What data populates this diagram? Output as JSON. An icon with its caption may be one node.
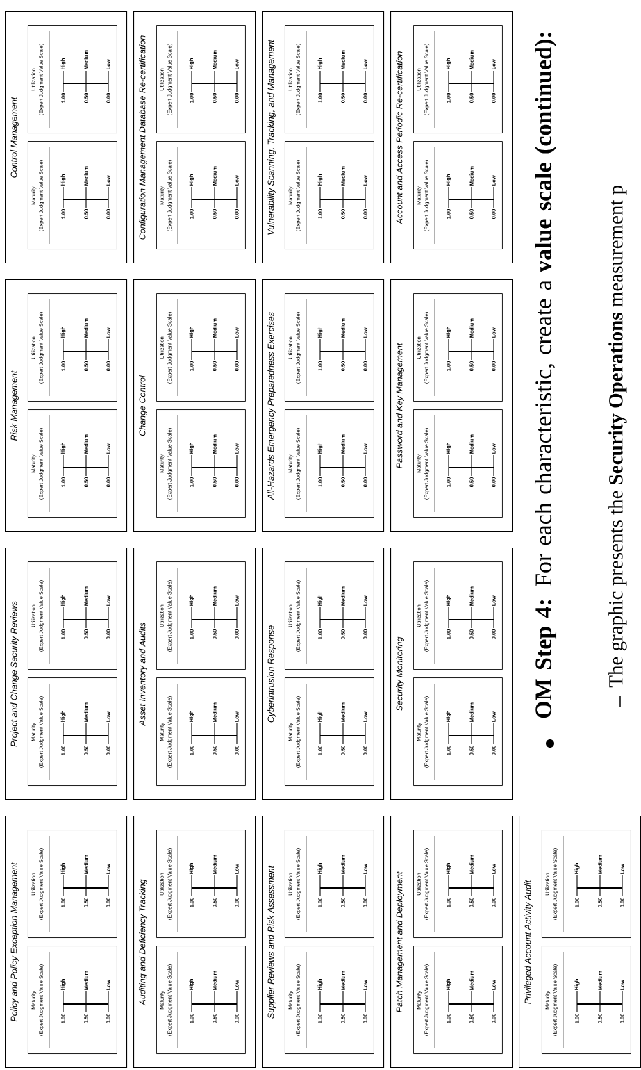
{
  "diagram": {
    "nodes": [
      {
        "text": [
          "Policy and Policy Exception Management"
        ]
      },
      {
        "text": [
          "Maturity",
          "(Expert Judgment Value Scale)",
          "1.00",
          "High",
          "0.50",
          "Medium",
          "0.00",
          "Low"
        ],
        "in": 0
      },
      {
        "text": [
          "Utilization",
          "(Expert Judgment Value Scale)",
          "1.00",
          "High",
          "0.50",
          "Medium",
          "0.00",
          "Low"
        ],
        "in": 0
      },
      {
        "text": [
          "Project and Change Security Reviews"
        ]
      },
      {
        "text": [
          "Maturity",
          "(Expert Judgment Value Scale)",
          "1.00",
          "High",
          "0.50",
          "Medium",
          "0.00",
          "Low"
        ],
        "in": 3
      },
      {
        "text": [
          "Utilization",
          "(Expert Judgment Value Scale)",
          "1.00",
          "High",
          "0.50",
          "Medium",
          "0.00",
          "Low"
        ],
        "in": 3
      },
      {
        "text": [
          "Risk Management"
        ]
      },
      {
        "text": [
          "Maturity",
          "(Expert Judgment Value Scale)",
          "1.00",
          "High",
          "0.50",
          "Medium",
          "0.00",
          "Low"
        ],
        "in": 6
      },
      {
        "text": [
          "Utilization",
          "(Expert Judgment Value Scale)",
          "1.00",
          "High",
          "0.50",
          "Medium",
          "0.00",
          "Low"
        ],
        "in": 6
      },
      {
        "text": [
          "Control Management"
        ]
      },
      {
        "text": [
          "Maturity",
          "(Expert Judgment Value Scale)",
          "1.00",
          "High",
          "0.50",
          "Medium",
          "0.00",
          "Low"
        ],
        "in": 9
      },
      {
        "text": [
          "Utilization",
          "(Expert Judgment Value Scale)",
          "1.00",
          "High",
          "0.50",
          "Medium",
          "0.00",
          "Low"
        ],
        "in": 9
      },
      {
        "text": [
          "Auditing and Deficiency Tracking"
        ]
      },
      {
        "text": [
          "Maturity",
          "(Expert Judgment Value Scale)",
          "1.00",
          "High",
          "0.50",
          "Medium",
          "0.00",
          "Low"
        ],
        "in": 12
      },
      {
        "text": [
          "Utilization",
          "(Expert Judgment Value Scale)",
          "1.00",
          "High",
          "0.50",
          "Medium",
          "0.00",
          "Low"
        ],
        "in": 12
      },
      {
        "text": [
          "Asset Inventory and Audits"
        ]
      },
      {
        "text": [
          "Maturity",
          "(Expert Judgment Value Scale)",
          "1.00",
          "High",
          "0.50",
          "Medium",
          "0.00",
          "Low"
        ],
        "in": 15
      },
      {
        "text": [
          "Utilization",
          "(Expert Judgment Value Scale)",
          "1.00",
          "High",
          "0.50",
          "Medium",
          "0.00",
          "Low"
        ],
        "in": 15
      },
      {
        "text": [
          "Change Control"
        ]
      },
      {
        "text": [
          "Maturity",
          "(Expert Judgment Value Scale)",
          "1.00",
          "High",
          "0.50",
          "Medium",
          "0.00",
          "Low"
        ],
        "in": 18
      },
      {
        "text": [
          "Utilization",
          "(Expert Judgment Value Scale)",
          "1.00",
          "High",
          "0.50",
          "Medium",
          "0.00",
          "Low"
        ],
        "in": 18
      },
      {
        "text": [
          "Configuration Management Database Re-certification"
        ]
      },
      {
        "text": [
          "Maturity",
          "(Expert Judgment Value Scale)",
          "1.00",
          "High",
          "0.50",
          "Medium",
          "0.00",
          "Low"
        ],
        "in": 21
      },
      {
        "text": [
          "Utilization",
          "(Expert Judgment Value Scale)",
          "1.00",
          "High",
          "0.50",
          "Medium",
          "0.00",
          "Low"
        ],
        "in": 21
      },
      {
        "text": [
          "Supplier Reviews and Risk Assessment"
        ]
      },
      {
        "text": [
          "Maturity",
          "(Expert Judgment Value Scale)",
          "1.00",
          "High",
          "0.50",
          "Medium",
          "0.00",
          "Low"
        ],
        "in": 24
      },
      {
        "text": [
          "Utilization",
          "(Expert Judgment Value Scale)",
          "1.00",
          "High",
          "0.50",
          "Medium",
          "0.00",
          "Low"
        ],
        "in": 24
      },
      {
        "text": [
          "Cyberintrusion Response"
        ]
      },
      {
        "text": [
          "Maturity",
          "(Expert Judgment Value Scale)",
          "1.00",
          "High",
          "0.50",
          "Medium",
          "0.00",
          "Low"
        ],
        "in": 27
      },
      {
        "text": [
          "Utilization",
          "(Expert Judgment Value Scale)",
          "1.00",
          "High",
          "0.50",
          "Medium",
          "0.00",
          "Low"
        ],
        "in": 27
      },
      {
        "text": [
          "All-Hazards Emergency Preparedness Exercises"
        ]
      },
      {
        "text": [
          "Maturity",
          "(Expert Judgment Value Scale)",
          "1.00",
          "High",
          "0.50",
          "Medium",
          "0.00",
          "Low"
        ],
        "in": 30
      },
      {
        "text": [
          "Utilization",
          "(Expert Judgment Value Scale)",
          "1.00",
          "High",
          "0.50",
          "Medium",
          "0.00",
          "Low"
        ],
        "in": 30
      },
      {
        "text": [
          "Vulnerability Scanning, Tracking, and Management"
        ]
      },
      {
        "text": [
          "Maturity",
          "(Expert Judgment Value Scale)",
          "1.00",
          "High",
          "0.50",
          "Medium",
          "0.00",
          "Low"
        ],
        "in": 33
      },
      {
        "text": [
          "Utilization",
          "(Expert Judgment Value Scale)",
          "1.00",
          "High",
          "0.50",
          "Medium",
          "0.00",
          "Low"
        ],
        "in": 33
      },
      {
        "text": [
          "Patch Management and Deployment"
        ]
      },
      {
        "text": [
          "Maturity",
          "(Expert Judgment Value Scale)",
          "1.00",
          "High",
          "0.50",
          "Medium",
          "0.00",
          "Low"
        ],
        "in": 36
      },
      {
        "text": [
          "Utilization",
          "(Expert Judgment Value Scale)",
          "1.00",
          "High",
          "0.50",
          "Medium",
          "0.00",
          "Low"
        ],
        "in": 36
      },
      {
        "text": [
          "Security Monitoring"
        ]
      },
      {
        "text": [
          "Maturity",
          "(Expert Judgment Value Scale)",
          "1.00",
          "High",
          "0.50",
          "Medium",
          "0.00",
          "Low"
        ],
        "in": 39
      },
      {
        "text": [
          "Utilization",
          "(Expert Judgment Value Scale)",
          "1.00",
          "High",
          "0.50",
          "Medium",
          "0.00",
          "Low"
        ],
        "in": 39
      },
      {
        "text": [
          "Password and Key Management"
        ]
      },
      {
        "text": [
          "Maturity",
          "(Expert Judgment Value Scale)",
          "1.00",
          "High",
          "0.50",
          "Medium",
          "0.00",
          "Low"
        ],
        "in": 42
      },
      {
        "text": [
          "Utilization",
          "(Expert Judgment Value Scale)",
          "1.00",
          "High",
          "0.50",
          "Medium",
          "0.00",
          "Low"
        ],
        "in": 42
      },
      {
        "text": [
          "Account and Access Periodic Re-certification"
        ]
      },
      {
        "text": [
          "Maturity",
          "(Expert Judgment Value Scale)",
          "1.00",
          "High",
          "0.50",
          "Medium",
          "0.00",
          "Low"
        ],
        "in": 45
      },
      {
        "text": [
          "Utilization",
          "(Expert Judgment Value Scale)",
          "1.00",
          "High",
          "0.50",
          "Medium",
          "0.00",
          "Low"
        ],
        "in": 45
      },
      {
        "text": [
          "Privileged Account Activity Audit"
        ]
      },
      {
        "text": [
          "Maturity",
          "(Expert Judgment Value Scale)",
          "1.00",
          "High",
          "0.50",
          "Medium",
          "0.00",
          "Low"
        ],
        "in": 48
      },
      {
        "text": [
          "Utilization",
          "(Expert Judgment Value Scale)",
          "1.00",
          "High",
          "0.50",
          "Medium",
          "0.00",
          "Low"
        ],
        "in": 48
      }
    ],
    "labels": [
      "**OM Step 4:** For each characteristic, create a **value scale (continued):**",
      "The graphic presents the **Security Operations** measurement p"
    ]
  }
}
